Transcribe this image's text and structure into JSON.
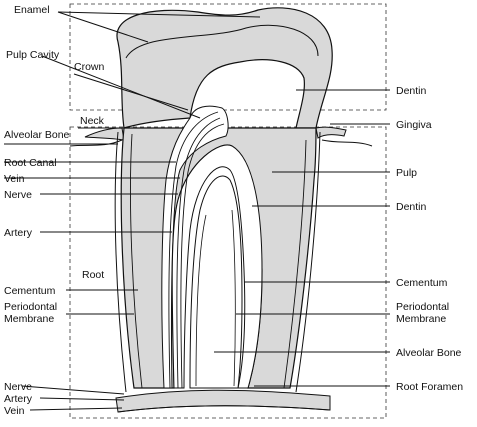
{
  "diagram": {
    "labels": {
      "enamel": "Enamel",
      "pulp_cavity": "Pulp Cavity",
      "crown": "Crown",
      "neck": "Neck",
      "dentin_top": "Dentin",
      "gingiva": "Gingiva",
      "alveolar_bone_left": "Alveolar Bone",
      "root_canal": "Root Canal",
      "vein_left": "Vein",
      "nerve_left": "Nerve",
      "pulp": "Pulp",
      "dentin_mid": "Dentin",
      "artery_left": "Artery",
      "root": "Root",
      "cementum_left": "Cementum",
      "cementum_right": "Cementum",
      "periodontal_left_1": "Periodontal",
      "periodontal_left_2": "Membrane",
      "periodontal_right_1": "Periodontal",
      "periodontal_right_2": "Membrane",
      "alveolar_bone_right": "Alveolar Bone",
      "nerve_bottom": "Nerve",
      "artery_bottom": "Artery",
      "vein_bottom": "Vein",
      "root_foramen": "Root Foramen"
    },
    "colors": {
      "tissue_fill": "#d9d9d9",
      "line": "#111111",
      "background": "#ffffff"
    }
  }
}
